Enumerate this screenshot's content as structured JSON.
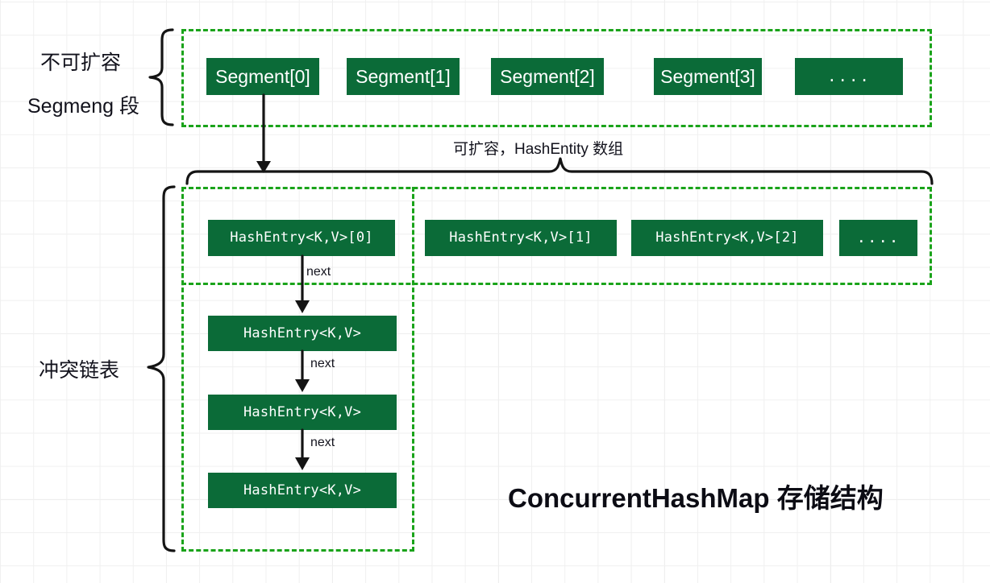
{
  "diagram": {
    "title": "ConcurrentHashMap 存储结构",
    "labels": {
      "segment_brace_line1": "不可扩容",
      "segment_brace_line2": "Segmeng 段",
      "entity_array_caption": "可扩容，HashEntity 数组",
      "chain_brace": "冲突链表"
    },
    "segment_row": {
      "cells": [
        {
          "label": "Segment[0]"
        },
        {
          "label": "Segment[1]"
        },
        {
          "label": "Segment[2]"
        },
        {
          "label": "Segment[3]"
        },
        {
          "label": "...."
        }
      ]
    },
    "entry_row": {
      "cells": [
        {
          "label": "HashEntry<K,V>[0]"
        },
        {
          "label": "HashEntry<K,V>[1]"
        },
        {
          "label": "HashEntry<K,V>[2]"
        },
        {
          "label": "...."
        }
      ]
    },
    "chain": {
      "nodes": [
        {
          "label": "HashEntry<K,V>"
        },
        {
          "label": "HashEntry<K,V>"
        },
        {
          "label": "HashEntry<K,V>"
        }
      ],
      "edge_labels": [
        "next",
        "next",
        "next"
      ]
    },
    "colors": {
      "box_fill": "#0b6b38",
      "box_text": "#ffffff",
      "dashed_outline": "#1aa31a",
      "brace_stroke": "#141414",
      "grid_line": "#f0f0f0",
      "label_text": "#12121c"
    }
  }
}
